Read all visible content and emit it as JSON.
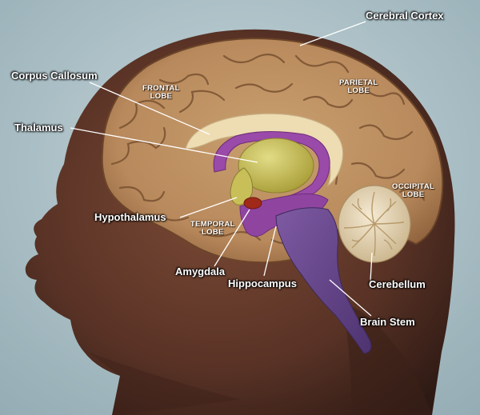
{
  "colors": {
    "background": "#a9bfc6",
    "head": "#5a3326",
    "cortex": "#b8895c",
    "corpus_callosum": "#eedcb3",
    "thalamus": "#c5be57",
    "limbic": "#9a4aa8",
    "amygdala": "#a0291a",
    "brain_stem": "#6a4b8e",
    "cerebellum": "#e9dcc0"
  },
  "labels": {
    "cerebral_cortex": "Cerebral Cortex",
    "corpus_callosum": "Corpus Callosum",
    "thalamus": "Thalamus",
    "hypothalamus": "Hypothalamus",
    "amygdala": "Amygdala",
    "hippocampus": "Hippocampus",
    "cerebellum": "Cerebellum",
    "brain_stem": "Brain Stem"
  },
  "lobes": {
    "frontal": [
      "FRONTAL",
      "LOBE"
    ],
    "parietal": [
      "PARIETAL",
      "LOBE"
    ],
    "occipital": [
      "OCCIPITAL",
      "LOBE"
    ],
    "temporal": [
      "TEMPORAL",
      "LOBE"
    ]
  }
}
